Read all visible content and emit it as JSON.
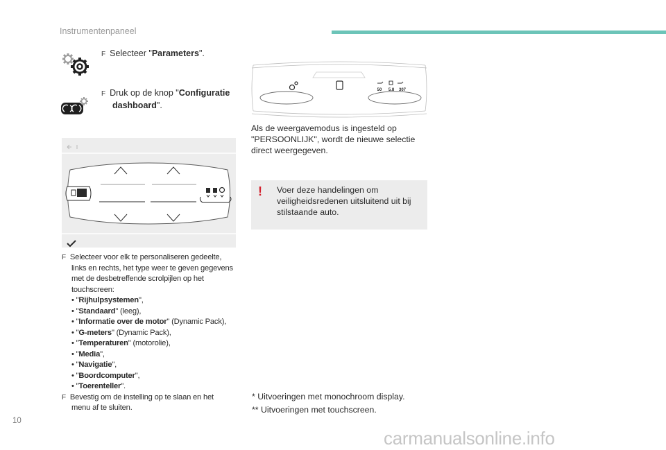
{
  "header": {
    "section_title": "Instrumentenpaneel",
    "accent_color": "#6cc4b8"
  },
  "icons": {
    "settings": "gear-icon",
    "dashboard": "dashboard-config-icon",
    "bullet": "arrow-bullet-icon",
    "warning": "exclamation-icon"
  },
  "steps": {
    "bullet": "F",
    "step1": {
      "prefix": "Selecteer \"",
      "bold": "Parameters",
      "suffix": "\"."
    },
    "step2": {
      "prefix": "Druk op de knop \"",
      "bold1": "Configuratie",
      "bold2": "dashboard",
      "suffix": "\"."
    }
  },
  "list": {
    "bullet": "F",
    "intro_lines": [
      "Selecteer voor elk te personaliseren gedeelte,",
      "links en rechts, het type weer te geven gegevens",
      "met de desbetreffende scrolpijlen op het",
      "touchscreen:"
    ],
    "items": [
      {
        "label": "Rijhulpsystemen",
        "suffix": "\","
      },
      {
        "label": "Standaard",
        "suffix": "\" (leeg),"
      },
      {
        "label": "Informatie over de motor",
        "suffix": "\" (Dynamic Pack),"
      },
      {
        "label": "G-meters",
        "suffix": "\" (Dynamic Pack),"
      },
      {
        "label": "Temperaturen",
        "suffix": "\" (motorolie),"
      },
      {
        "label": "Media",
        "suffix": "\","
      },
      {
        "label": "Navigatie",
        "suffix": "\","
      },
      {
        "label": "Boordcomputer",
        "suffix": "\","
      },
      {
        "label": "Toerenteller",
        "suffix": "\"."
      }
    ],
    "outro_lines": [
      "Bevestig om de instelling op te slaan en het",
      "menu af te sluiten."
    ]
  },
  "display": {
    "values": [
      "50",
      "5.8",
      "307"
    ]
  },
  "right": {
    "mode_lines": [
      "Als de weergavemodus is ingesteld op",
      "\"PERSOONLIJK\", wordt de nieuwe selectie",
      "direct weergegeven."
    ],
    "warning_mark": "!",
    "warning_lines": [
      "Voer deze handelingen om",
      "veiligheidsredenen uitsluitend uit bij",
      "stilstaande auto."
    ],
    "warning_color": "#d3232f"
  },
  "footnotes": {
    "fn1": "*   Uitvoeringen met monochroom display.",
    "fn2": "** Uitvoeringen met touchscreen."
  },
  "footer": {
    "page_number": "10",
    "watermark": "carmanualsonline.info"
  }
}
